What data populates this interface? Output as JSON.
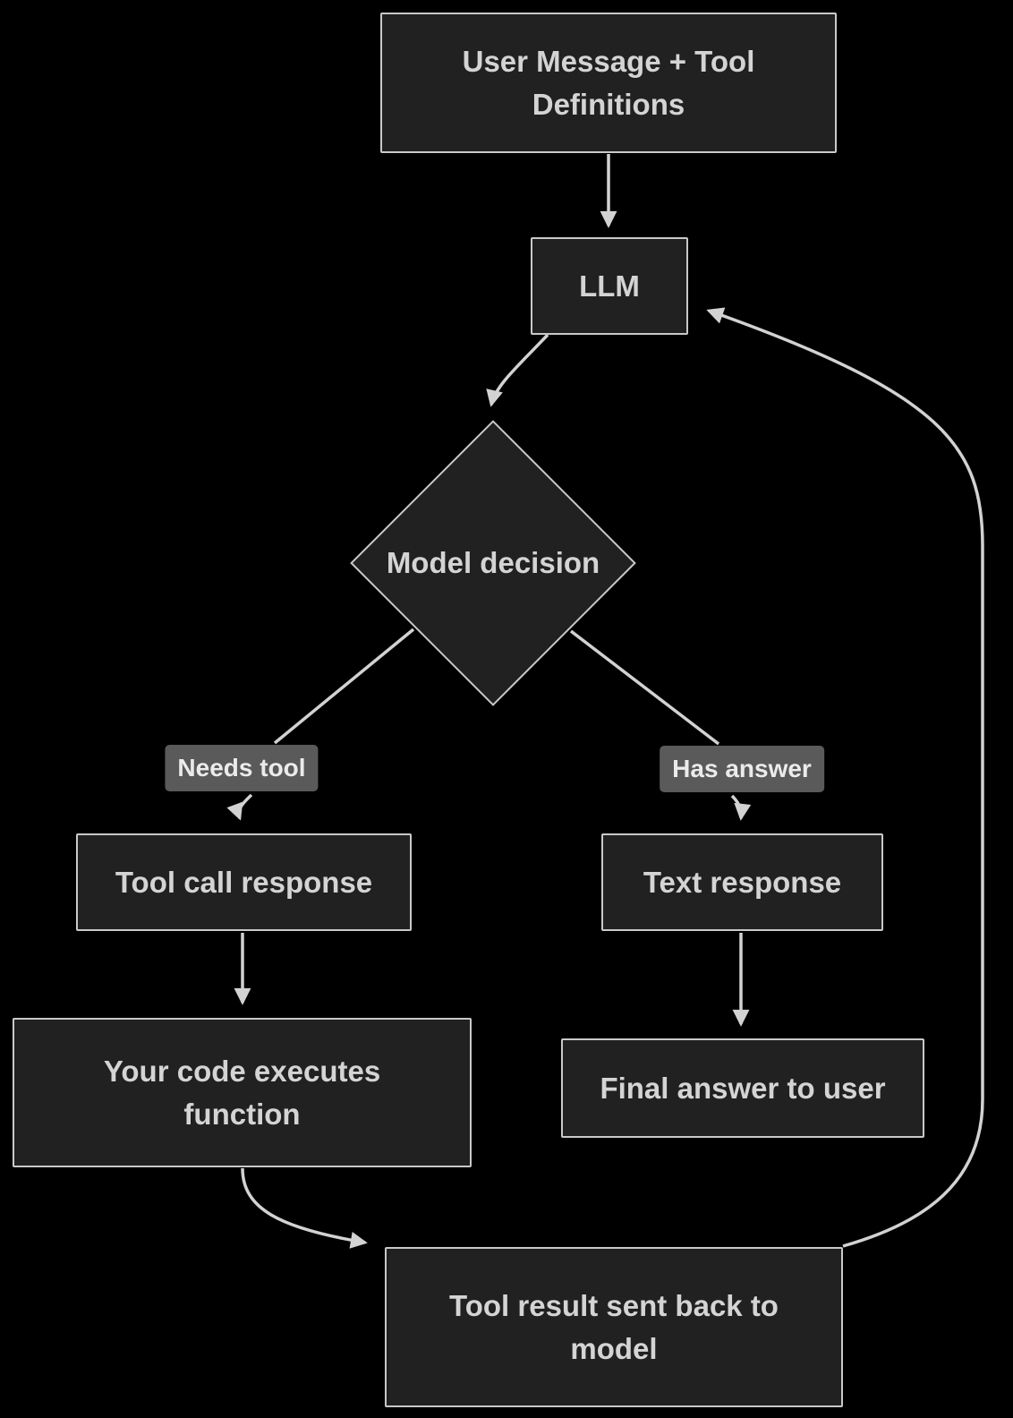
{
  "diagram": {
    "type": "flowchart",
    "direction": "top-down",
    "colors": {
      "background": "#000000",
      "node_fill": "#212121",
      "node_border": "#c9c9c9",
      "node_text": "#d4d4d4",
      "edge": "#d2d2d2",
      "edge_label_bg": "#5a5a5a",
      "edge_label_text": "#ebebeb"
    },
    "nodes": {
      "user_message": {
        "label": "User Message + Tool\nDefinitions",
        "shape": "rectangle"
      },
      "llm": {
        "label": "LLM",
        "shape": "rectangle"
      },
      "model_decision": {
        "label": "Model decision",
        "shape": "diamond"
      },
      "tool_call_response": {
        "label": "Tool call response",
        "shape": "rectangle"
      },
      "text_response": {
        "label": "Text response",
        "shape": "rectangle"
      },
      "your_code_executes": {
        "label": "Your code executes\nfunction",
        "shape": "rectangle"
      },
      "final_answer": {
        "label": "Final answer to user",
        "shape": "rectangle"
      },
      "tool_result": {
        "label": "Tool result sent back to\nmodel",
        "shape": "rectangle"
      }
    },
    "edge_labels": {
      "needs_tool": "Needs tool",
      "has_answer": "Has answer"
    },
    "edges": [
      {
        "from": "user_message",
        "to": "llm",
        "label": ""
      },
      {
        "from": "llm",
        "to": "model_decision",
        "label": ""
      },
      {
        "from": "model_decision",
        "to": "tool_call_response",
        "label": "Needs tool"
      },
      {
        "from": "model_decision",
        "to": "text_response",
        "label": "Has answer"
      },
      {
        "from": "tool_call_response",
        "to": "your_code_executes",
        "label": ""
      },
      {
        "from": "text_response",
        "to": "final_answer",
        "label": ""
      },
      {
        "from": "your_code_executes",
        "to": "tool_result",
        "label": ""
      },
      {
        "from": "tool_result",
        "to": "llm",
        "label": ""
      }
    ]
  }
}
